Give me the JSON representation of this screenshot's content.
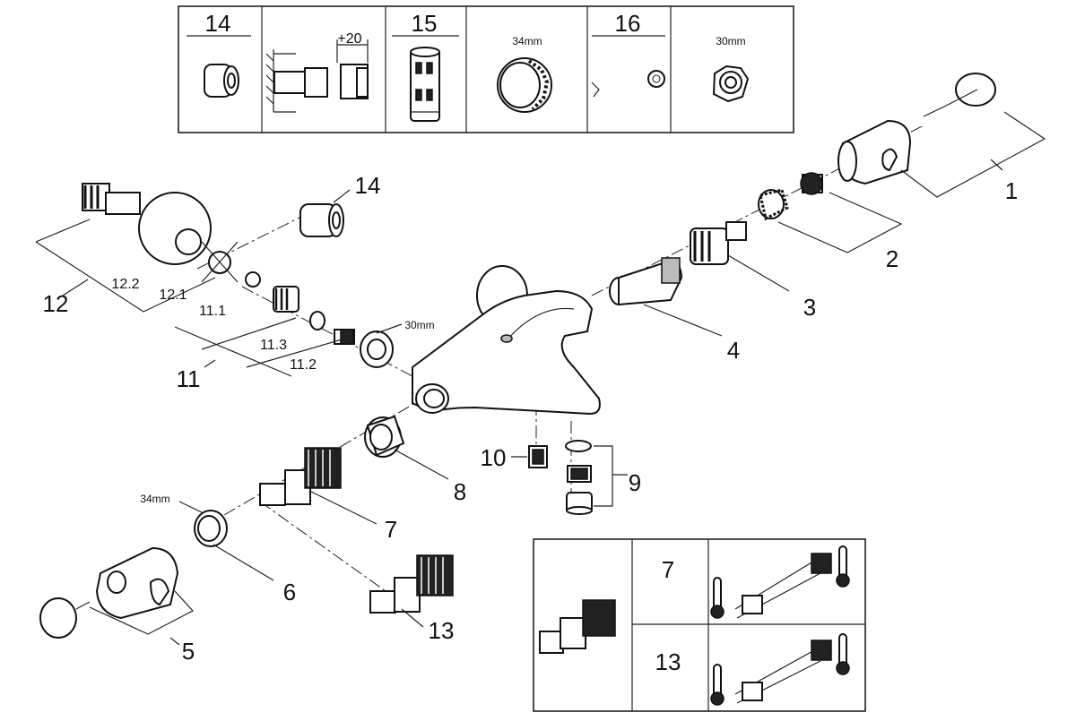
{
  "top_panel": {
    "cells": [
      {
        "label": "14"
      },
      {
        "label": "+20"
      },
      {
        "label": "15"
      },
      {
        "label": "34mm"
      },
      {
        "label": "16"
      },
      {
        "label": "30mm"
      }
    ]
  },
  "callouts": {
    "c1": "1",
    "c2": "2",
    "c3": "3",
    "c4": "4",
    "c5": "5",
    "c6": "6",
    "c7": "7",
    "c8": "8",
    "c9": "9",
    "c10": "10",
    "c11": "11",
    "c11_1": "11.1",
    "c11_2": "11.2",
    "c11_3": "11.3",
    "c12": "12",
    "c12_1": "12.1",
    "c12_2": "12.2",
    "c13": "13",
    "c14": "14",
    "size_30": "30mm",
    "size_34": "34mm"
  },
  "bottom_panel": {
    "row1_label": "7",
    "row2_label": "13"
  },
  "icons": [
    "wall-fitting-icon",
    "offset-extension-icon",
    "cartridge-icon",
    "ring-nut-icon",
    "spanner-icon",
    "nut-icon",
    "thermometer-icon",
    "mixer-body-icon"
  ]
}
